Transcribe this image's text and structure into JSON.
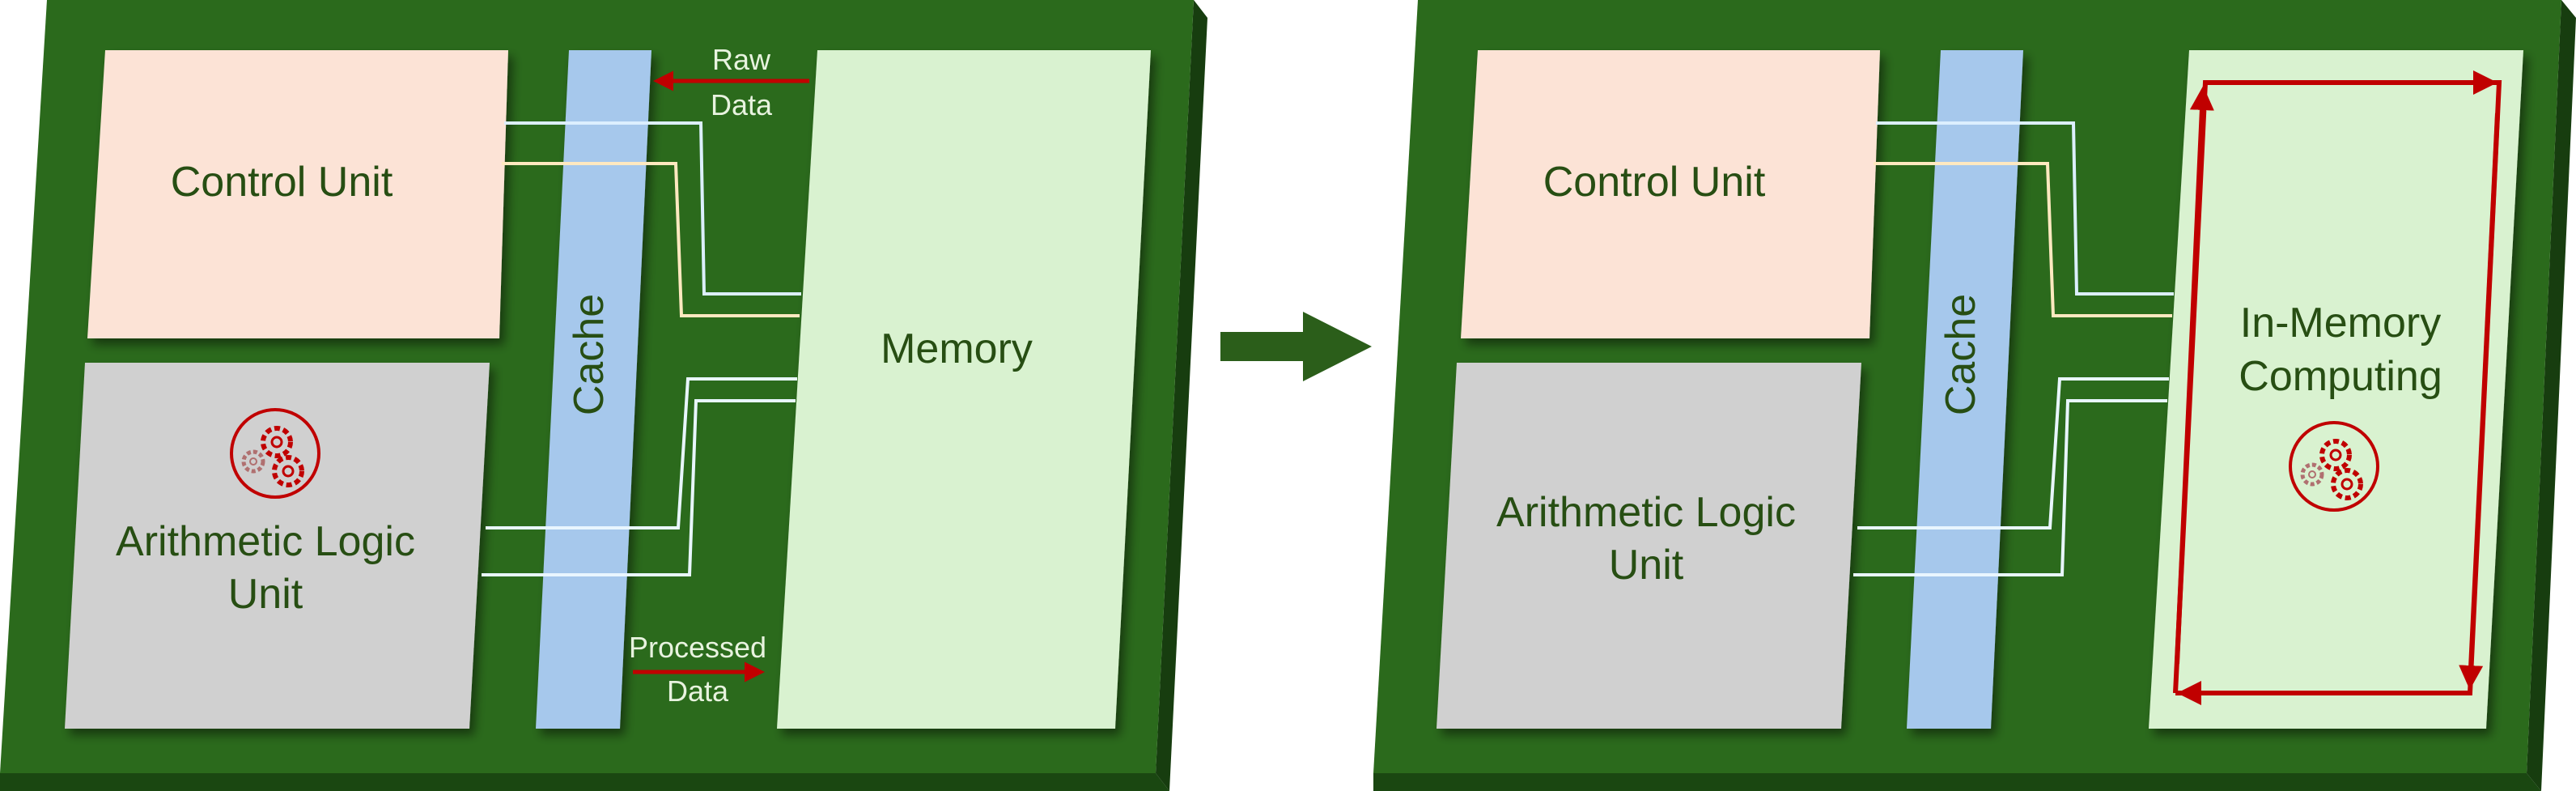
{
  "left_panel": {
    "control_unit_label": "Control Unit",
    "alu_label_line1": "Arithmetic Logic",
    "alu_label_line2": "Unit",
    "cache_label": "Cache",
    "memory_label": "Memory",
    "raw_data_line1": "Raw",
    "raw_data_line2": "Data",
    "processed_data_line1": "Processed",
    "processed_data_line2": "Data"
  },
  "right_panel": {
    "control_unit_label": "Control Unit",
    "alu_label_line1": "Arithmetic Logic",
    "alu_label_line2": "Unit",
    "cache_label": "Cache",
    "imc_label_line1": "In-Memory",
    "imc_label_line2": "Computing"
  },
  "colors": {
    "board": "#2b6a1c",
    "board_side": "#173d0f",
    "control_unit": "#fce3d6",
    "alu": "#d0d0d0",
    "cache": "#a6c8ec",
    "memory": "#d9f2d0",
    "arrow": "#c00000",
    "text": "#274e13"
  },
  "icons": {
    "gears": "gears-icon",
    "transition": "arrow-right-icon"
  }
}
